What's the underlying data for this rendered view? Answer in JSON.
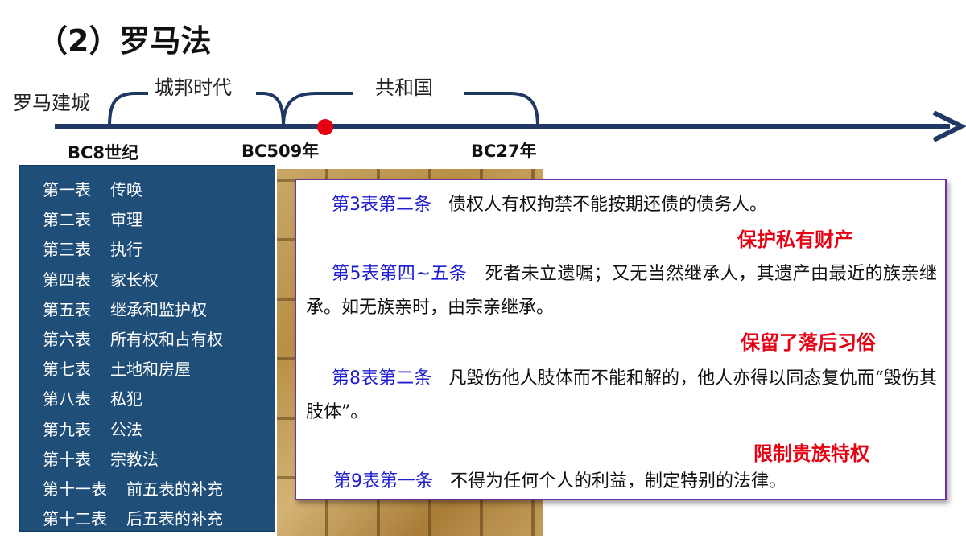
{
  "title": "（2）罗马法",
  "timeline": {
    "start_label": "罗马建城",
    "period1": "城邦时代",
    "period2": "共和国",
    "dates": [
      "BC8世纪",
      "BC509年",
      "BC27年"
    ],
    "colors": {
      "axis": "#1f3864",
      "marker": "#e60012"
    }
  },
  "tables": [
    {
      "no": "第一表",
      "name": "传唤"
    },
    {
      "no": "第二表",
      "name": "审理"
    },
    {
      "no": "第三表",
      "name": "执行"
    },
    {
      "no": "第四表",
      "name": "家长权"
    },
    {
      "no": "第五表",
      "name": "继承和监护权"
    },
    {
      "no": "第六表",
      "name": "所有权和占有权"
    },
    {
      "no": "第七表",
      "name": "土地和房屋"
    },
    {
      "no": "第八表",
      "name": "私犯"
    },
    {
      "no": "第九表",
      "name": "公法"
    },
    {
      "no": "第十表",
      "name": "宗教法"
    },
    {
      "no": "第十一表",
      "name": "前五表的补充"
    },
    {
      "no": "第十二表",
      "name": "后五表的补充"
    }
  ],
  "articles": [
    {
      "ref": "第3表第二条",
      "text": "债权人有权拘禁不能按期还债的债务人。",
      "tag": "保护私有财产"
    },
    {
      "ref": "第5表第四~五条",
      "text": "死者未立遗嘱；又无当然继承人，其遗产由最近的族亲继承。如无族亲时，由宗亲继承。",
      "tag": "保留了落后习俗"
    },
    {
      "ref": "第8表第二条",
      "text": "凡毁伤他人肢体而不能和解的，他人亦得以同态复仇而“毁伤其肢体”。",
      "tag": "限制贵族特权"
    },
    {
      "ref": "第9表第一条",
      "text": "不得为任何个人的利益，制定特别的法律。"
    }
  ]
}
